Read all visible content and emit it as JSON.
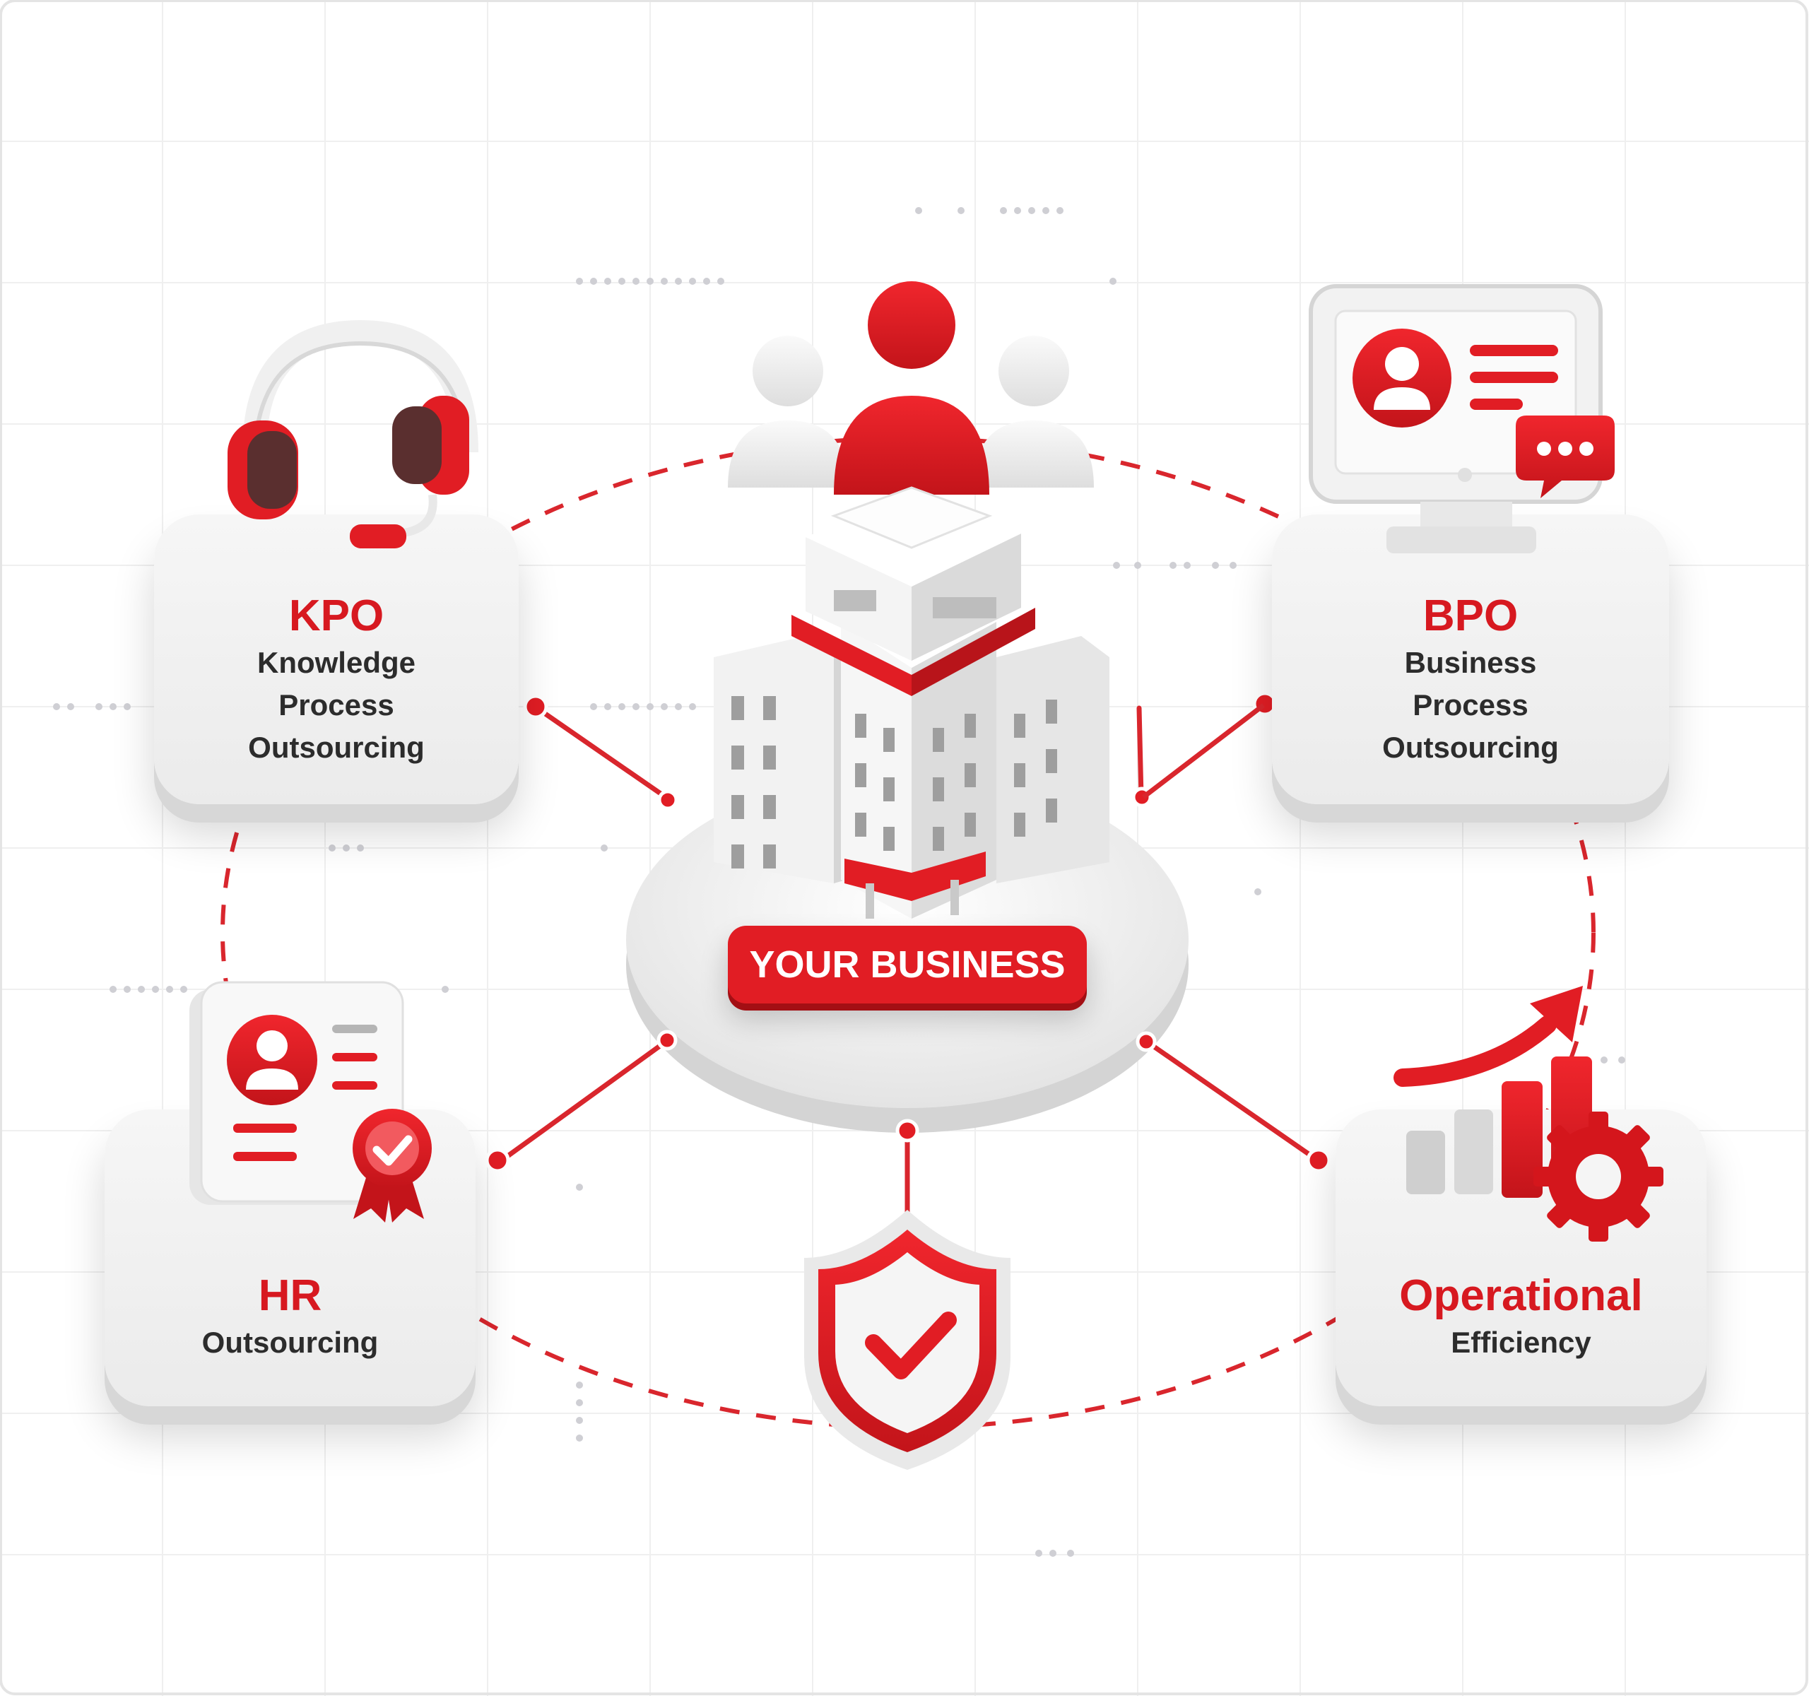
{
  "center": {
    "label": "YOUR BUSINESS",
    "building": "office-building-icon",
    "people": "team-people-icon"
  },
  "cards": {
    "kpo": {
      "title": "KPO",
      "lines": [
        "Knowledge",
        "Process",
        "Outsourcing"
      ],
      "icon": "headset-icon"
    },
    "bpo": {
      "title": "BPO",
      "lines": [
        "Business",
        "Process",
        "Outsourcing"
      ],
      "icon": "monitor-profile-icon"
    },
    "hr": {
      "title": "HR",
      "lines": [
        "Outsourcing"
      ],
      "icon": "certificate-icon"
    },
    "ops": {
      "title": "Operational",
      "lines": [
        "Efficiency"
      ],
      "icon": "growth-chart-gear-icon"
    }
  },
  "shield": {
    "icon": "shield-check-icon"
  },
  "colors": {
    "accent": "#e11d24",
    "dark_accent": "#a30f14",
    "card": "#f0f0f0",
    "text": "#2c2c2c"
  }
}
